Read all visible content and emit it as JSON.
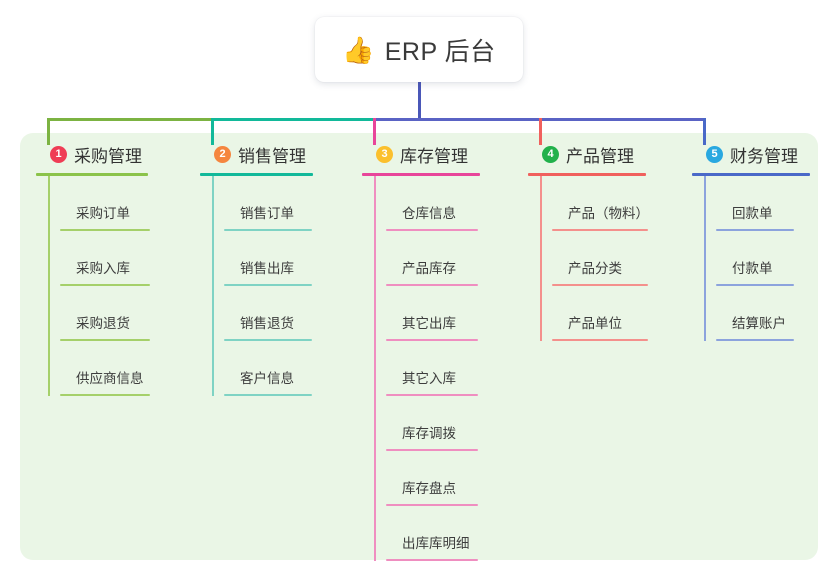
{
  "root": {
    "icon": "thumbs-up-icon",
    "icon_glyph": "👍",
    "title": "ERP 后台"
  },
  "canvas": {
    "panel_color": "#eaf6e6",
    "background_color": "#ffffff"
  },
  "connector": {
    "stem_color": "#4a57b8",
    "segment_colors": [
      "#7cb342",
      "#12b99a",
      "#5a63c4",
      "#5a63c4"
    ],
    "drop_colors": [
      "#7cb342",
      "#12b99a",
      "#e8459a",
      "#f0605d",
      "#4a69c8"
    ]
  },
  "columns": [
    {
      "index": "1",
      "title": "采购管理",
      "badge_color": "#ef3d55",
      "line_color": "#8bc34a",
      "leaf_color": "#a5d06a",
      "items": [
        {
          "label": "采购订单"
        },
        {
          "label": "采购入库"
        },
        {
          "label": "采购退货"
        },
        {
          "label": "供应商信息"
        }
      ]
    },
    {
      "index": "2",
      "title": "销售管理",
      "badge_color": "#f5863f",
      "line_color": "#12b99a",
      "leaf_color": "#7fd3c4",
      "items": [
        {
          "label": "销售订单"
        },
        {
          "label": "销售出库"
        },
        {
          "label": "销售退货"
        },
        {
          "label": "客户信息"
        }
      ]
    },
    {
      "index": "3",
      "title": "库存管理",
      "badge_color": "#fbc02d",
      "line_color": "#e8459a",
      "leaf_color": "#ef8ec0",
      "items": [
        {
          "label": "仓库信息"
        },
        {
          "label": "产品库存"
        },
        {
          "label": "其它出库"
        },
        {
          "label": "其它入库"
        },
        {
          "label": "库存调拨"
        },
        {
          "label": "库存盘点"
        },
        {
          "label": "出库库明细"
        }
      ]
    },
    {
      "index": "4",
      "title": "产品管理",
      "badge_color": "#21b14b",
      "line_color": "#f0605d",
      "leaf_color": "#f4908c",
      "items": [
        {
          "label": "产品（物料）"
        },
        {
          "label": "产品分类"
        },
        {
          "label": "产品单位"
        }
      ]
    },
    {
      "index": "5",
      "title": "财务管理",
      "badge_color": "#29a8e0",
      "line_color": "#4a69c8",
      "leaf_color": "#8ca3dd",
      "items": [
        {
          "label": "回款单"
        },
        {
          "label": "付款单"
        },
        {
          "label": "结算账户"
        }
      ]
    }
  ]
}
